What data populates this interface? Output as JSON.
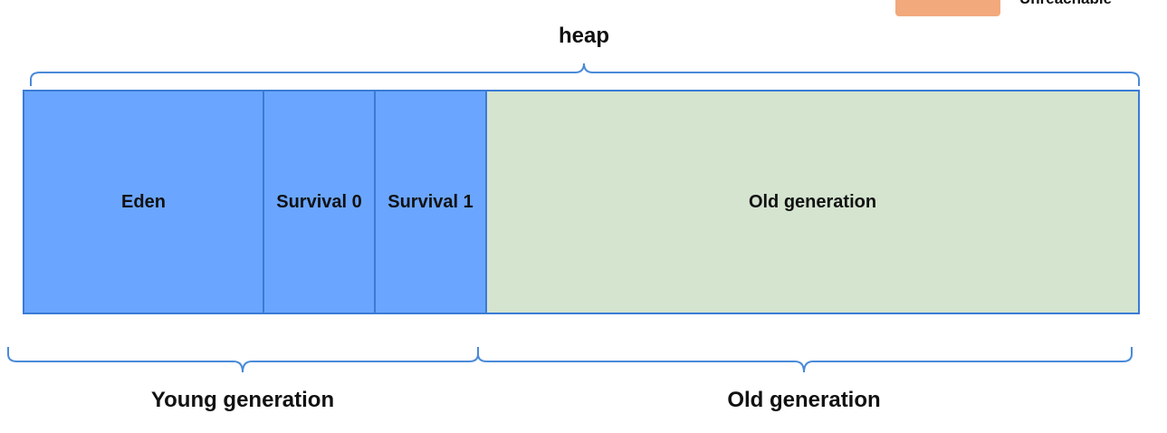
{
  "legend": {
    "label": "Unreachable",
    "swatch_color": "#f2a97c"
  },
  "title": "heap",
  "regions": [
    {
      "label": "Eden",
      "color": "#6aa6ff"
    },
    {
      "label": "Survival 0",
      "color": "#6aa6ff"
    },
    {
      "label": "Survival 1",
      "color": "#6aa6ff"
    },
    {
      "label": "Old generation",
      "color": "#d4e4cf"
    }
  ],
  "groups": {
    "young": "Young generation",
    "old": "Old generation"
  },
  "colors": {
    "border": "#3a7bd5",
    "brace": "#4a8ad8"
  }
}
